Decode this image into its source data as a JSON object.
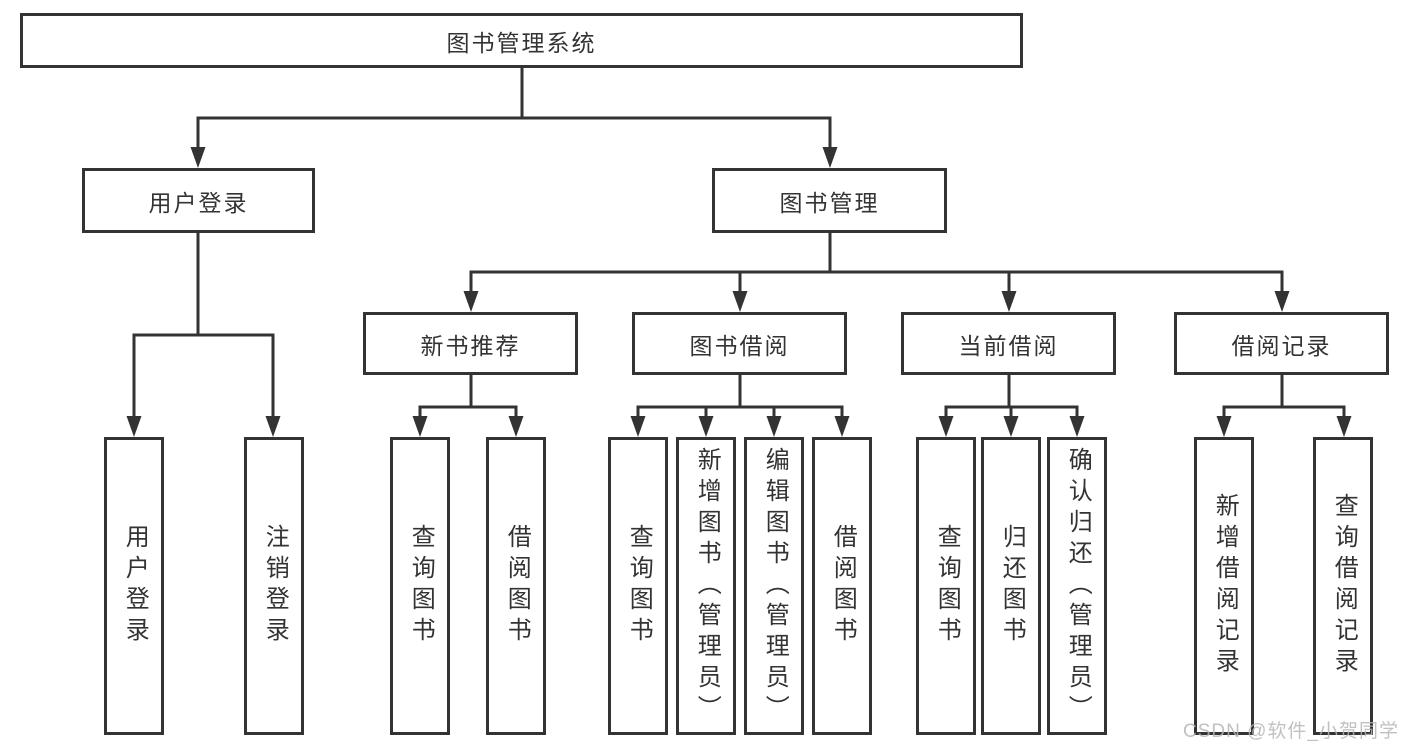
{
  "tree": {
    "root": {
      "label": "图书管理系统"
    },
    "branches": [
      {
        "label": "用户登录",
        "children": [
          {
            "label": "用户登录"
          },
          {
            "label": "注销登录"
          }
        ]
      },
      {
        "label": "图书管理",
        "children": [
          {
            "label": "新书推荐",
            "children": [
              {
                "label": "查询图书"
              },
              {
                "label": "借阅图书"
              }
            ]
          },
          {
            "label": "图书借阅",
            "children": [
              {
                "label": "查询图书"
              },
              {
                "label": "新增图书（管理员）"
              },
              {
                "label": "编辑图书（管理员）"
              },
              {
                "label": "借阅图书"
              }
            ]
          },
          {
            "label": "当前借阅",
            "children": [
              {
                "label": "查询图书"
              },
              {
                "label": "归还图书"
              },
              {
                "label": "确认归还（管理员）"
              }
            ]
          },
          {
            "label": "借阅记录",
            "children": [
              {
                "label": "新增借阅记录"
              },
              {
                "label": "查询借阅记录"
              }
            ]
          }
        ]
      }
    ]
  },
  "watermark": {
    "text": "CSDN @软件_小贺同学"
  },
  "colors": {
    "line": "#333333",
    "text": "#333333",
    "box_fill": "#ffffff",
    "background": "#ffffff",
    "watermark": "#b6b6b6"
  }
}
